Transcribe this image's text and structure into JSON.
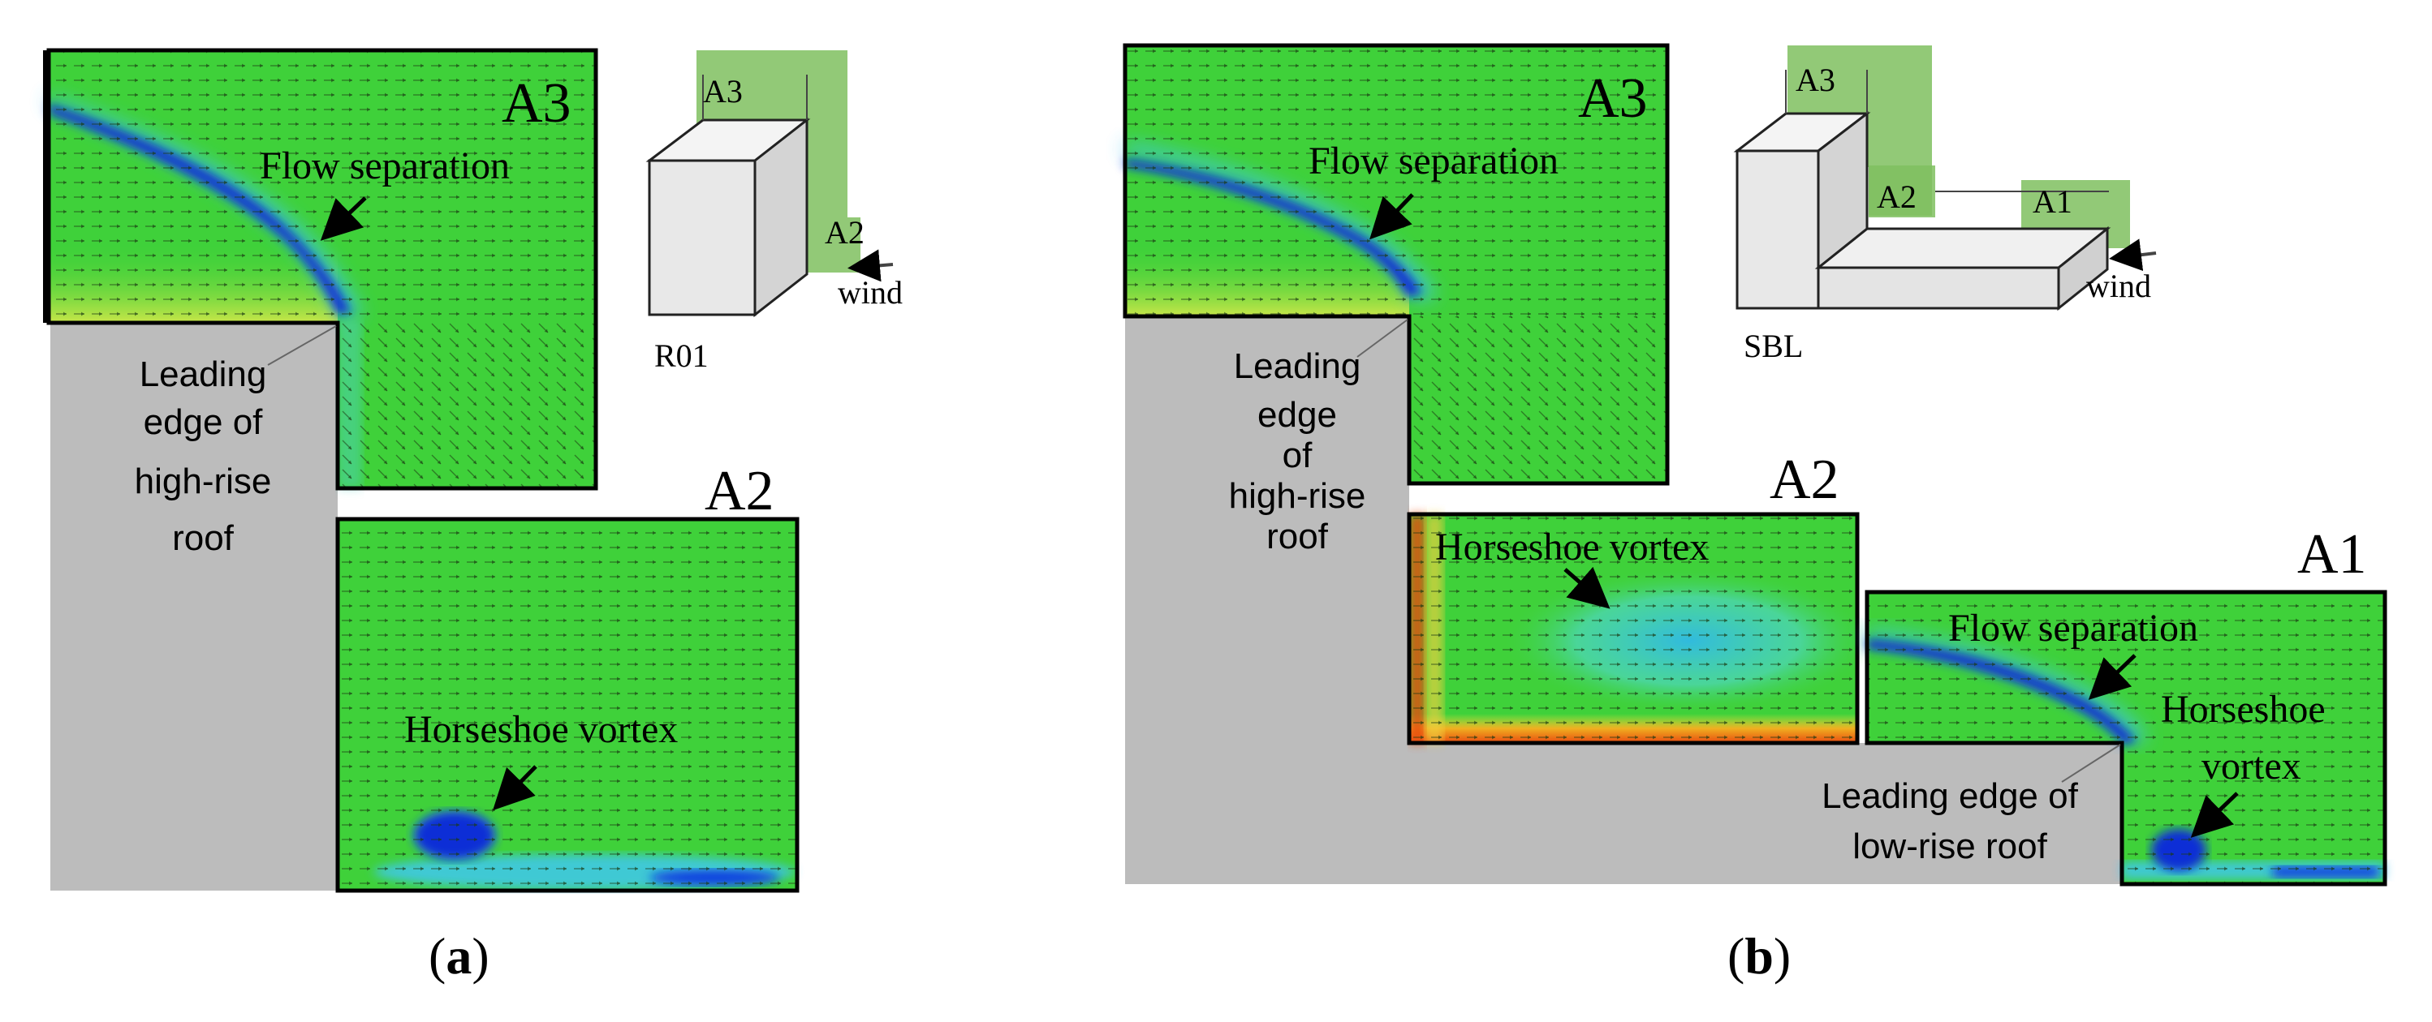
{
  "panel_a": {
    "caption_open": "(",
    "caption_letter": "a",
    "caption_close": ")",
    "region_a3_label": "A3",
    "region_a2_label": "A2",
    "flow_separation_label": "Flow separation",
    "horseshoe_vortex_label": "Horseshoe vortex",
    "leading_edge_lines": [
      "Leading",
      "edge of",
      "high-rise",
      "roof"
    ],
    "inset": {
      "model_name": "R01",
      "a3_label": "A3",
      "a2_label": "A2",
      "wind_label": "wind"
    }
  },
  "panel_b": {
    "caption_open": "(",
    "caption_letter": "b",
    "caption_close": ")",
    "region_a3_label": "A3",
    "region_a2_label": "A2",
    "region_a1_label": "A1",
    "flow_separation_top_label": "Flow separation",
    "horseshoe_vortex_a2_label": "Horseshoe vortex",
    "flow_separation_a1_label": "Flow separation",
    "horseshoe_vortex_a1_lines": [
      "Horseshoe",
      "vortex"
    ],
    "leading_edge_high_lines": [
      "Leading",
      "edge",
      "of",
      "high-rise",
      "roof"
    ],
    "leading_edge_low_lines": [
      "Leading edge of",
      "low-rise roof"
    ],
    "inset": {
      "model_name": "SBL",
      "a3_label": "A3",
      "a2_label": "A2",
      "a1_label": "A1",
      "wind_label": "wind"
    }
  },
  "colors": {
    "flow_field": "#3fd13a",
    "low_speed": "#0a2fd6",
    "mid_speed": "#40c8f0",
    "high_speed": "#e84a10",
    "building": "#bcbcbc",
    "inset_plane": "#7fbf5f",
    "outline": "#000000"
  }
}
